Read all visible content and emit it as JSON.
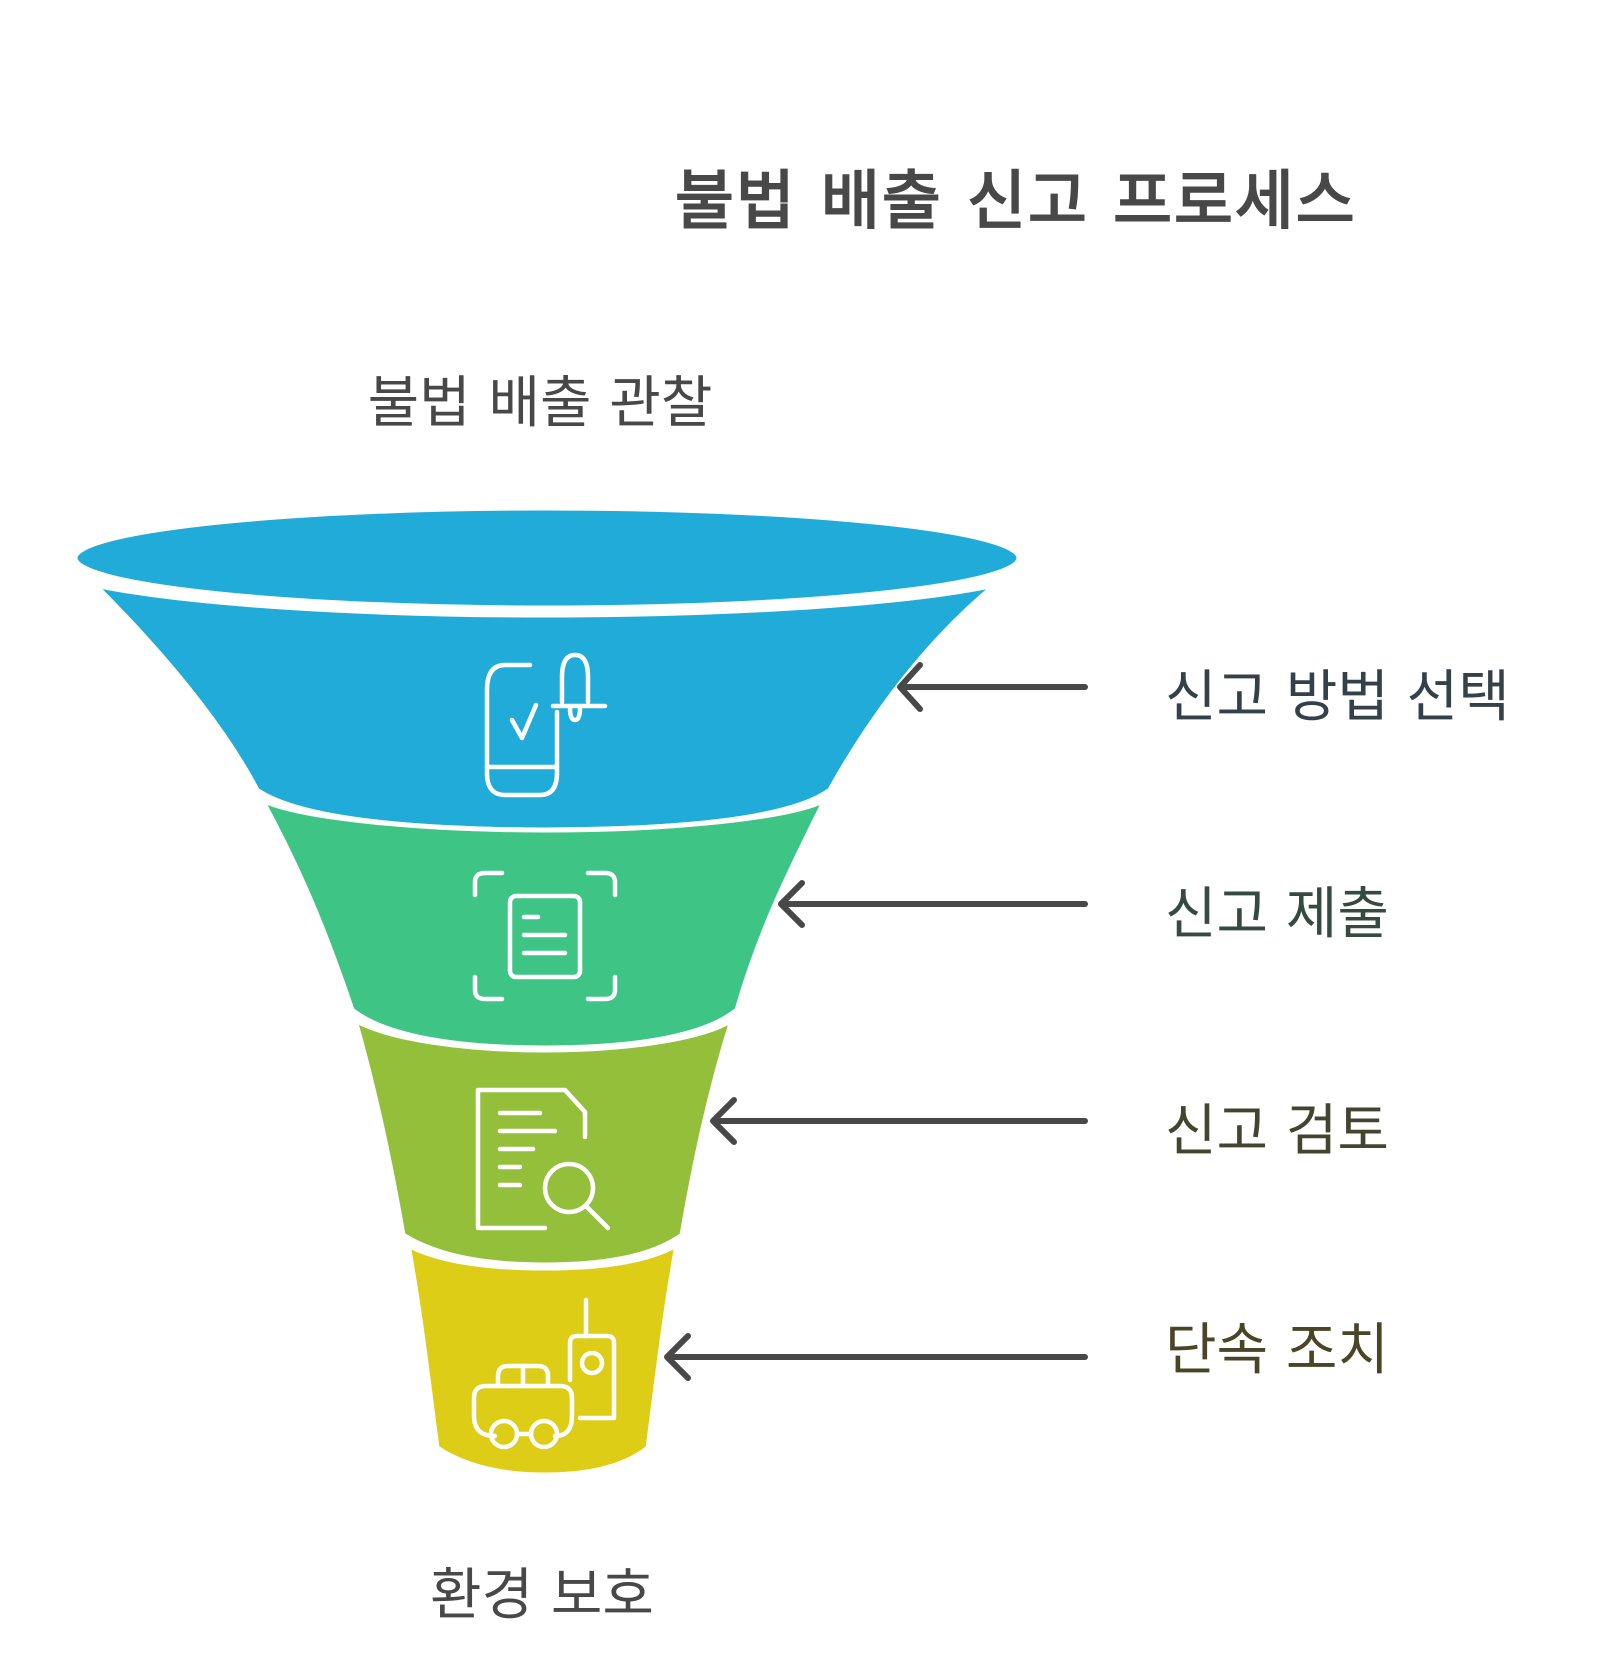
{
  "title": "불법 배출 신고 프로세스",
  "input_label": "불법 배출 관찰",
  "output_label": "환경 보호",
  "stages": [
    {
      "label": "신고 방법 선택",
      "icon": "phone-bell-check-icon",
      "color": "#21ABD9",
      "label_color": "#334249"
    },
    {
      "label": "신고 제출",
      "icon": "document-scan-icon",
      "color": "#3EC585",
      "label_color": "#344B42"
    },
    {
      "label": "신고 검토",
      "icon": "document-search-icon",
      "color": "#93BF3B",
      "label_color": "#43452F"
    },
    {
      "label": "단속 조치",
      "icon": "remote-control-car-icon",
      "color": "#DDCD17",
      "label_color": "#4A4527"
    }
  ],
  "colors": {
    "title_text": "#484848",
    "arrow": "#484848",
    "icon_stroke": "#FFFFFF"
  }
}
